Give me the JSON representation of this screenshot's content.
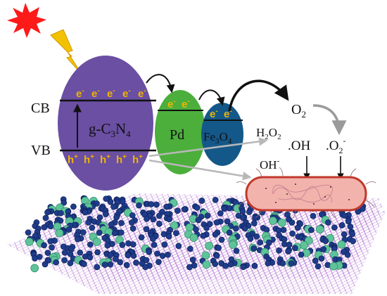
{
  "labels": {
    "cb": "CB",
    "vb": "VB",
    "material_prefix": "g-C",
    "material_sub1": "3",
    "material_mid": "N",
    "material_sub2": "4",
    "pd": "Pd",
    "fe_prefix": "Fe",
    "fe_sub1": "3",
    "fe_mid": "O",
    "fe_sub2": "4",
    "o2_main": "O",
    "o2_sub": "2",
    "h2o2_h": "H",
    "h2o2_sub1": "2",
    "h2o2_o": "O",
    "h2o2_sub2": "2",
    "oh_radical": ".OH",
    "superoxide_main": ".O",
    "superoxide_sub": "2",
    "superoxide_sup": "-",
    "hydroxide_main": "OH",
    "hydroxide_sup": "-"
  },
  "electrons": {
    "gcn": [
      "e",
      "e",
      "e",
      "e",
      "e"
    ],
    "pd": [
      "e",
      "e"
    ],
    "fe3o4": [
      "e",
      "e"
    ],
    "charge": "-"
  },
  "holes": {
    "gcn": [
      "h",
      "h",
      "h",
      "h",
      "h"
    ],
    "charge": "+"
  },
  "colors": {
    "gcn_fill": "#6a4fa3",
    "pd_fill": "#4caf3c",
    "fe3o4_fill": "#14588a",
    "carrier_text": "#f0b400",
    "sun": "#ff1a1a",
    "lightning": "#f2c200",
    "bacterium": "#f3b3ad",
    "bacterium_outline": "#c0392b",
    "sheet": "#b97fd6"
  }
}
